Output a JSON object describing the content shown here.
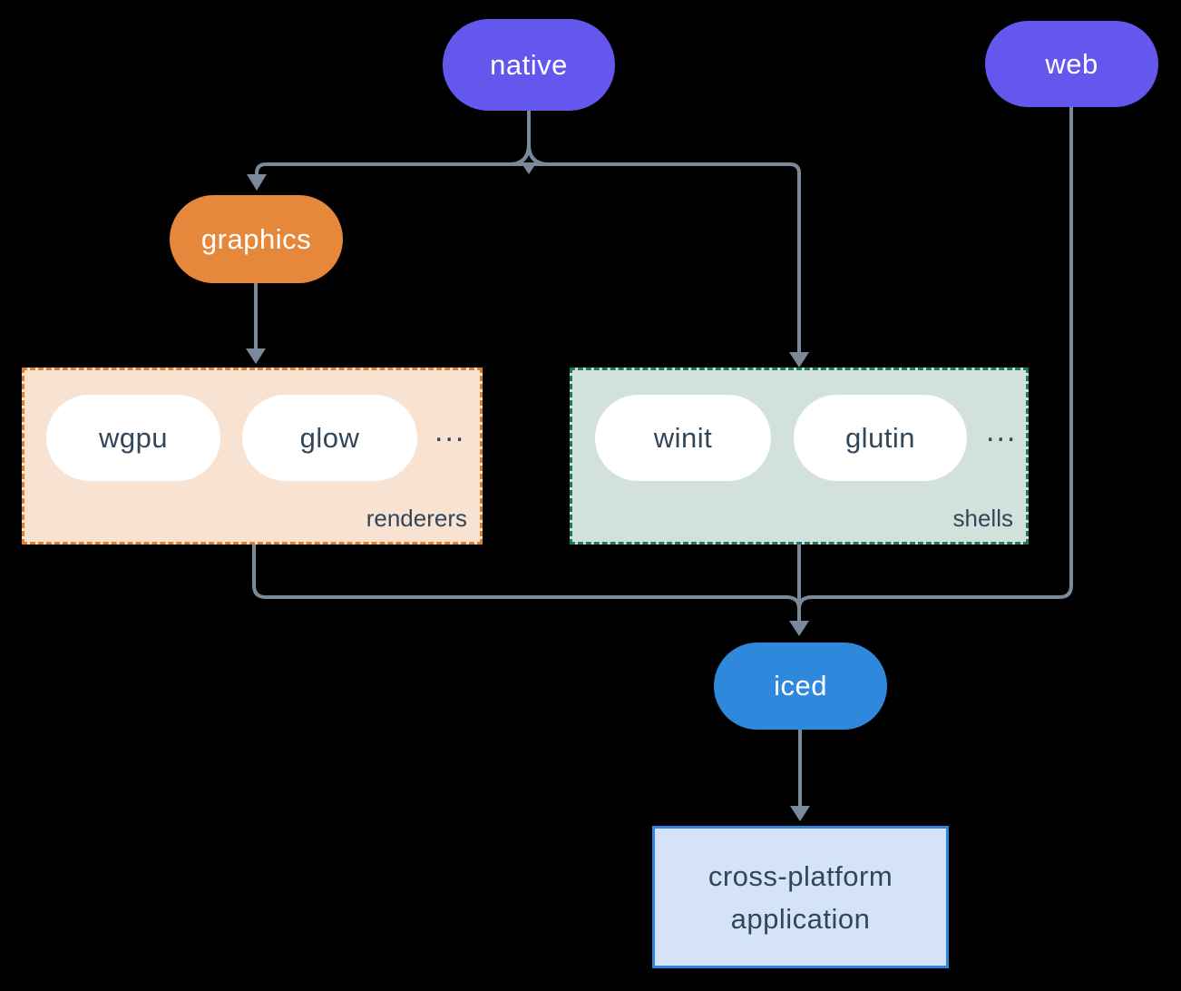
{
  "colors": {
    "background": "#000000",
    "platform-purple": "#6457EE",
    "graphics-orange": "#E5883C",
    "iced-blue": "#2E89DC",
    "wire-gray": "#7A8A9B",
    "renderers-fill": "#F8E3D3",
    "renderers-border": "#DE812F",
    "shells-fill": "#D2E1DB",
    "shells-border": "#1E7A66",
    "app-fill": "#D4E4F6",
    "app-border": "#2E86DE",
    "ink": "#32465A",
    "pill-text": "#FFFFFF"
  },
  "nodes": {
    "native": {
      "label": "native"
    },
    "web": {
      "label": "web"
    },
    "graphics": {
      "label": "graphics"
    },
    "iced": {
      "label": "iced"
    },
    "application": {
      "line1": "cross-platform",
      "line2": "application"
    }
  },
  "groups": {
    "renderers": {
      "label": "renderers",
      "items": [
        "wgpu",
        "glow"
      ],
      "more": "..."
    },
    "shells": {
      "label": "shells",
      "items": [
        "winit",
        "glutin"
      ],
      "more": "..."
    }
  }
}
